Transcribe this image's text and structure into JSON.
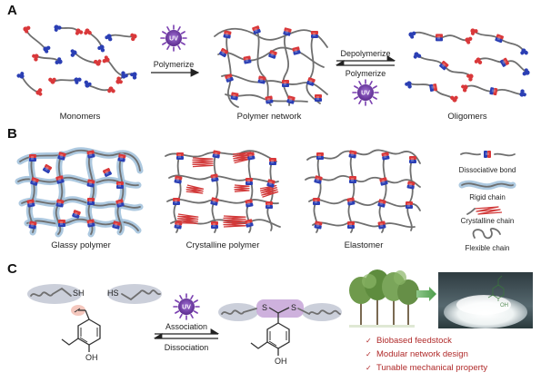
{
  "panels": {
    "a": "A",
    "b": "B",
    "c": "C"
  },
  "uv": {
    "label": "UV",
    "color": "#7a3fb0"
  },
  "colors": {
    "red_end": "#d9383a",
    "blue_end": "#2b3fb4",
    "chain": "#6f6f6f",
    "rigid": "#9fc0db",
    "crystalline": "#d23a3a",
    "check": "#b02a2a"
  },
  "panel_a": {
    "arrow1_label": "Polymerize",
    "arrow2_top_label": "Depolymerize",
    "arrow2_bottom_label": "Polymerize",
    "captions": [
      "Monomers",
      "Polymer network",
      "Oligomers"
    ]
  },
  "panel_b": {
    "captions": [
      "Glassy polymer",
      "Crystalline polymer",
      "Elastomer"
    ],
    "legend": [
      "Dissociative bond",
      "Rigid chain",
      "Crystalline chain",
      "Flexible chain"
    ]
  },
  "panel_c": {
    "thiol_left": "SH",
    "thiol_right": "HS",
    "disulfide_s1": "S",
    "disulfide_s2": "S",
    "assoc_label": "Association",
    "dissoc_label": "Dissociation",
    "oh_left": "OH",
    "oh_right": "OH",
    "photo_oh": "OH",
    "bullets": [
      "Biobased feedstock",
      "Modular network design",
      "Tunable mechanical property"
    ]
  }
}
